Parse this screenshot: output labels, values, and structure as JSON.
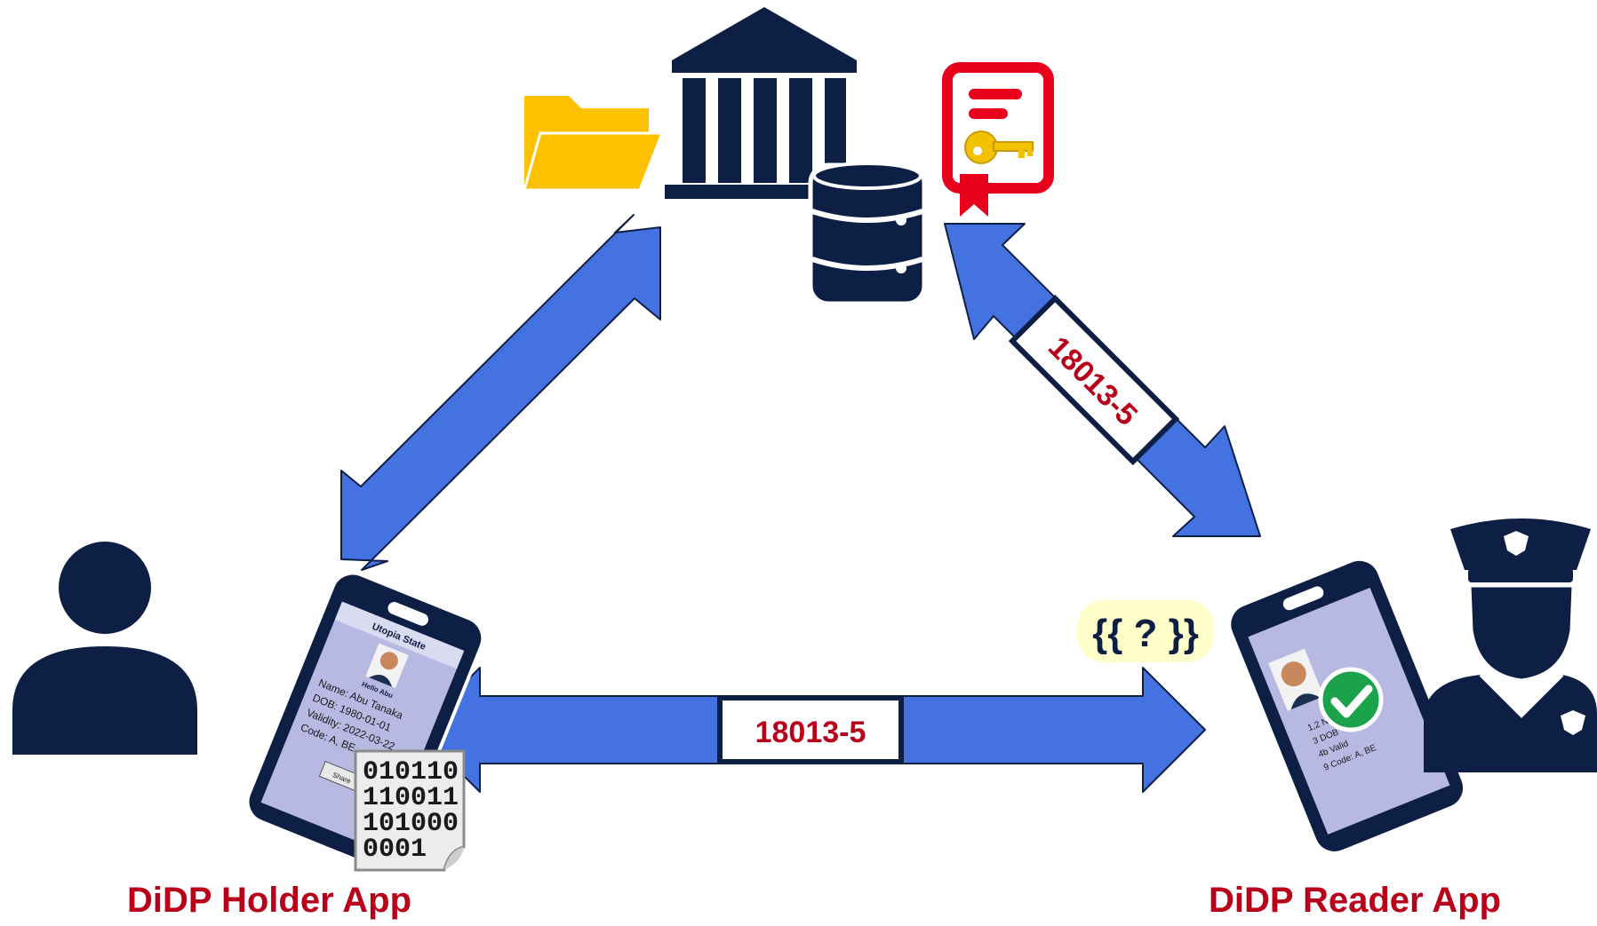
{
  "labels": {
    "holder_app": "DiDP Holder App",
    "reader_app": "DiDP Reader App",
    "protocol_bottom": "18013-5",
    "protocol_diagonal": "18013-5",
    "query_braces": "{{ ? }}"
  },
  "holder_card": {
    "header": "Utopia State",
    "greeting": "Hello Abu",
    "fields": [
      "Name: Abu Tanaka",
      "DOB: 1980-01-01",
      "Validity: 2022-03-22",
      "Code: A, BE"
    ],
    "button": "Share"
  },
  "reader_card": {
    "fields": [
      "1,2 N",
      "3 DOB",
      "4b Valid",
      "9 Code: A, BE"
    ]
  },
  "binary_lines": [
    "010110",
    "110011",
    "101000",
    "0001"
  ],
  "colors": {
    "navy": "#0e1f45",
    "arrow": "#4472e0",
    "label_red": "#b8001a",
    "folder": "#ffc000",
    "certificate": "#e8001c",
    "key": "#f2c200",
    "card_bg": "#b7b9e2",
    "check": "#1aa34a"
  },
  "icons": [
    "folder-icon",
    "bank-building-icon",
    "database-icon",
    "certificate-key-icon",
    "person-icon",
    "police-officer-icon",
    "binary-file-icon",
    "phone-icon"
  ]
}
